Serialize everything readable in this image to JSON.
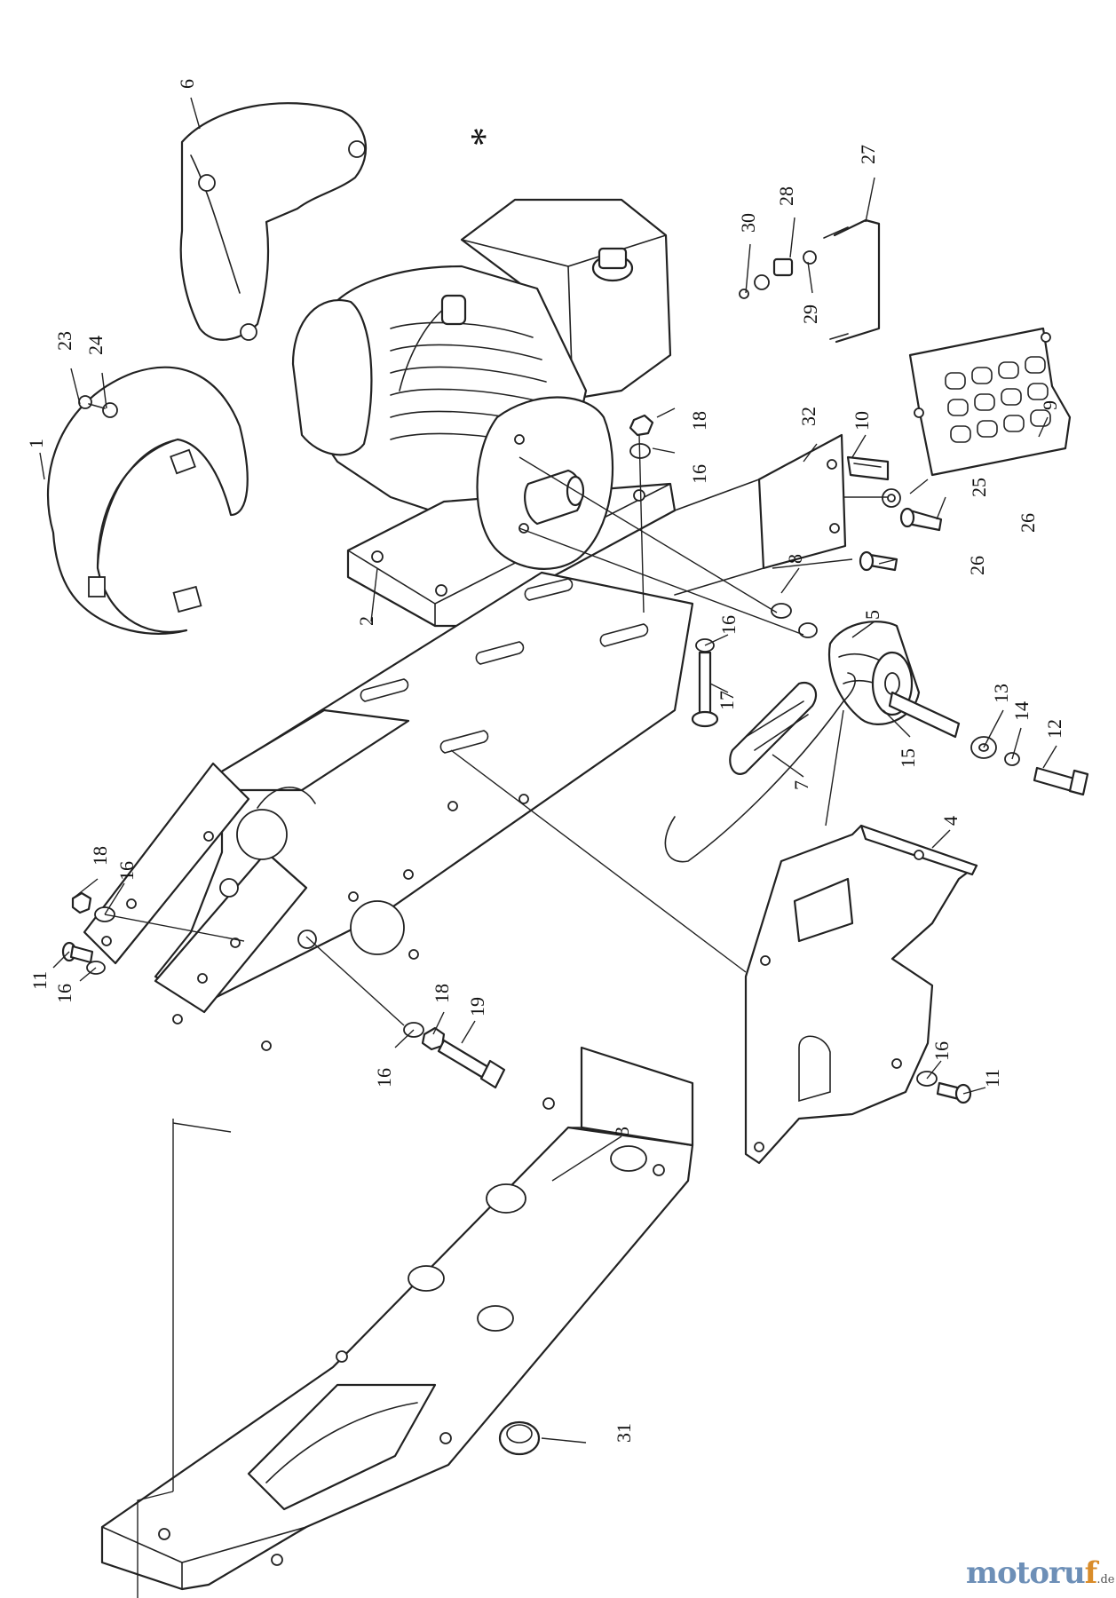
{
  "diagram": {
    "labels": [
      {
        "id": "star",
        "text": "*"
      },
      {
        "id": "l1",
        "text": "1"
      },
      {
        "id": "l2",
        "text": "2"
      },
      {
        "id": "l3",
        "text": "3"
      },
      {
        "id": "l4",
        "text": "4"
      },
      {
        "id": "l5",
        "text": "5"
      },
      {
        "id": "l6",
        "text": "6"
      },
      {
        "id": "l7",
        "text": "7"
      },
      {
        "id": "l8",
        "text": "8"
      },
      {
        "id": "l9",
        "text": "9"
      },
      {
        "id": "l10",
        "text": "10"
      },
      {
        "id": "l11a",
        "text": "11"
      },
      {
        "id": "l11b",
        "text": "11"
      },
      {
        "id": "l12",
        "text": "12"
      },
      {
        "id": "l13",
        "text": "13"
      },
      {
        "id": "l14",
        "text": "14"
      },
      {
        "id": "l15",
        "text": "15"
      },
      {
        "id": "l16a",
        "text": "16"
      },
      {
        "id": "l16b",
        "text": "16"
      },
      {
        "id": "l16c",
        "text": "16"
      },
      {
        "id": "l16d",
        "text": "16"
      },
      {
        "id": "l16e",
        "text": "16"
      },
      {
        "id": "l16f",
        "text": "16"
      },
      {
        "id": "l17",
        "text": "17"
      },
      {
        "id": "l18a",
        "text": "18"
      },
      {
        "id": "l18b",
        "text": "18"
      },
      {
        "id": "l18c",
        "text": "18"
      },
      {
        "id": "l19",
        "text": "19"
      },
      {
        "id": "l23",
        "text": "23"
      },
      {
        "id": "l24",
        "text": "24"
      },
      {
        "id": "l25",
        "text": "25"
      },
      {
        "id": "l26a",
        "text": "26"
      },
      {
        "id": "l26b",
        "text": "26"
      },
      {
        "id": "l27",
        "text": "27"
      },
      {
        "id": "l28",
        "text": "28"
      },
      {
        "id": "l29",
        "text": "29"
      },
      {
        "id": "l30",
        "text": "30"
      },
      {
        "id": "l31",
        "text": "31"
      },
      {
        "id": "l32",
        "text": "32"
      }
    ]
  },
  "watermark": {
    "main": "motoru",
    "accent": "f",
    "suffix": ".de"
  }
}
